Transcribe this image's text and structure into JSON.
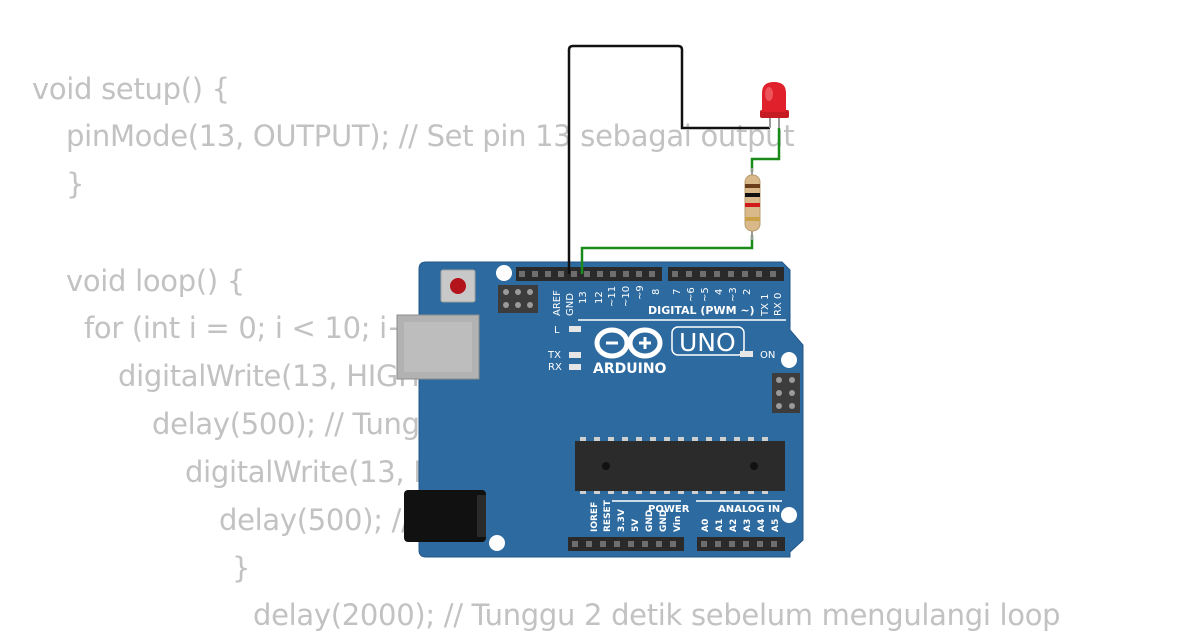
{
  "code": {
    "lines": [
      "void setup() {",
      "pinMode(13, OUTPUT); // Set pin 13 sebagai output",
      "}",
      "void loop() {",
      "for (int i = 0; i < 10; i++) {",
      "digitalWrite(13, HIGH);",
      "delay(500); // Tunggu",
      "digitalWrite(13, LOW);",
      "delay(500); //",
      "}",
      "delay(2000); // Tunggu 2 detik sebelum mengulangi loop"
    ]
  },
  "board": {
    "brand": "ARDUINO",
    "model": "UNO",
    "on_label": "ON",
    "l_label": "L",
    "tx_label": "TX",
    "rx_label": "RX",
    "digital_label": "DIGITAL (PWM ~)",
    "power_label": "POWER",
    "analog_label": "ANALOG IN",
    "digital_pins_left": [
      "AREF",
      "GND",
      "13",
      "12",
      "~11",
      "~10",
      "~9",
      "8"
    ],
    "digital_pins_right": [
      "7",
      "~6",
      "~5",
      "4",
      "~3",
      "2",
      "TX 1",
      "RX 0"
    ],
    "power_pins": [
      "IOREF",
      "RESET",
      "3.3V",
      "5V",
      "GND",
      "GND",
      "Vin"
    ],
    "analog_pins": [
      "A0",
      "A1",
      "A2",
      "A3",
      "A4",
      "A5"
    ],
    "color": "#2d6a9f"
  },
  "components": {
    "led_color": "#e0202a",
    "wire_gnd_color": "#111111",
    "wire_signal_color": "#1a8a1a"
  }
}
